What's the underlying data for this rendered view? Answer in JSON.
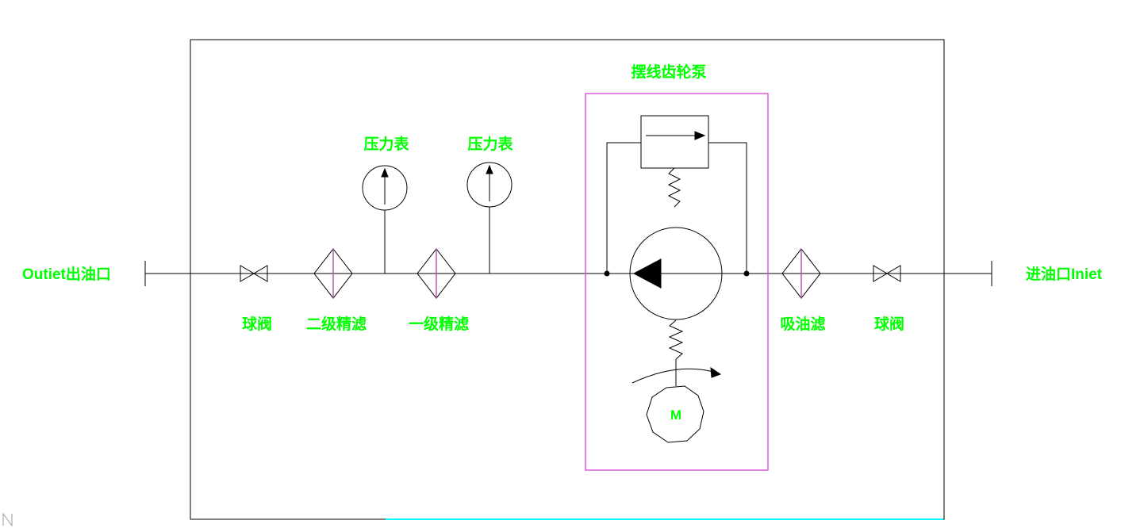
{
  "labels": {
    "outlet_port": "Outiet出油口",
    "inlet_port": "进油口Iniet",
    "ball_valve_left": "球阀",
    "secondary_filter": "二级精滤",
    "primary_filter": "一级精滤",
    "pressure_gauge_1": "压力表",
    "pressure_gauge_2": "压力表",
    "pump_title": "摆线齿轮泵",
    "suction_filter": "吸油滤",
    "ball_valve_right": "球阀",
    "motor": "M"
  },
  "colors": {
    "label_green": "#00ff00",
    "diagram_line": "#000000",
    "pump_box": "#d94fd9",
    "filter_core": "#b24fb2",
    "bottom_accent": "#00ffff",
    "background": "#ffffff"
  }
}
